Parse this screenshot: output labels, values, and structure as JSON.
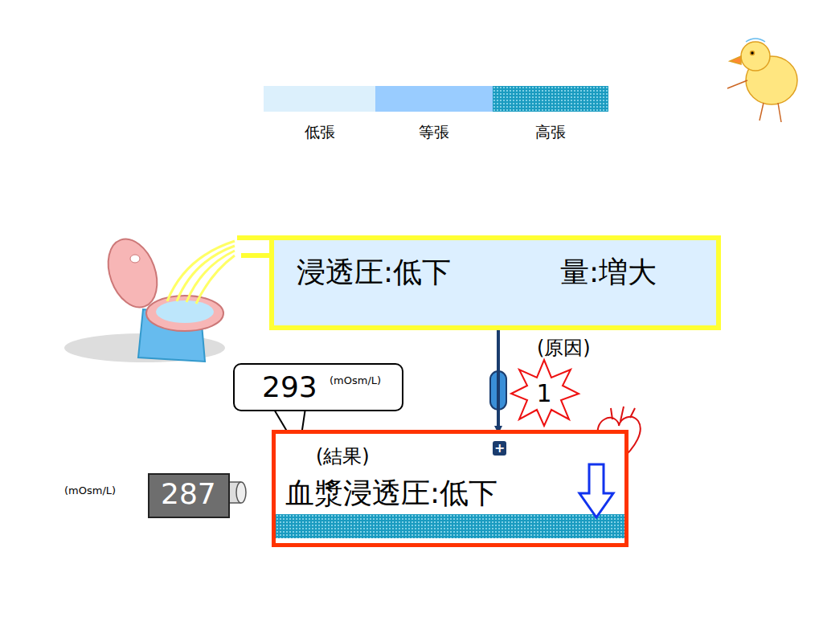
{
  "diagram": {
    "nodes": [
      {
        "text": [
          "浸透圧:低下",
          "量:増大"
        ]
      },
      {
        "text": [
          "(結果)",
          "血漿浸透圧:低下"
        ]
      },
      {
        "text": [
          "293",
          "(mOsm/L)"
        ]
      },
      {
        "text": [
          "287"
        ]
      }
    ],
    "edges": [
      {
        "from": 0,
        "to": 1,
        "arrow": "to"
      }
    ],
    "labels": [
      "(原因)",
      "1",
      "+",
      "(mOsm/L)"
    ],
    "legend": [
      {
        "text": "低張",
        "color": "#dcf0fc"
      },
      {
        "text": "等張",
        "color": "#99ccff"
      },
      {
        "text": "高張",
        "color": "#1a9bc0"
      }
    ]
  }
}
